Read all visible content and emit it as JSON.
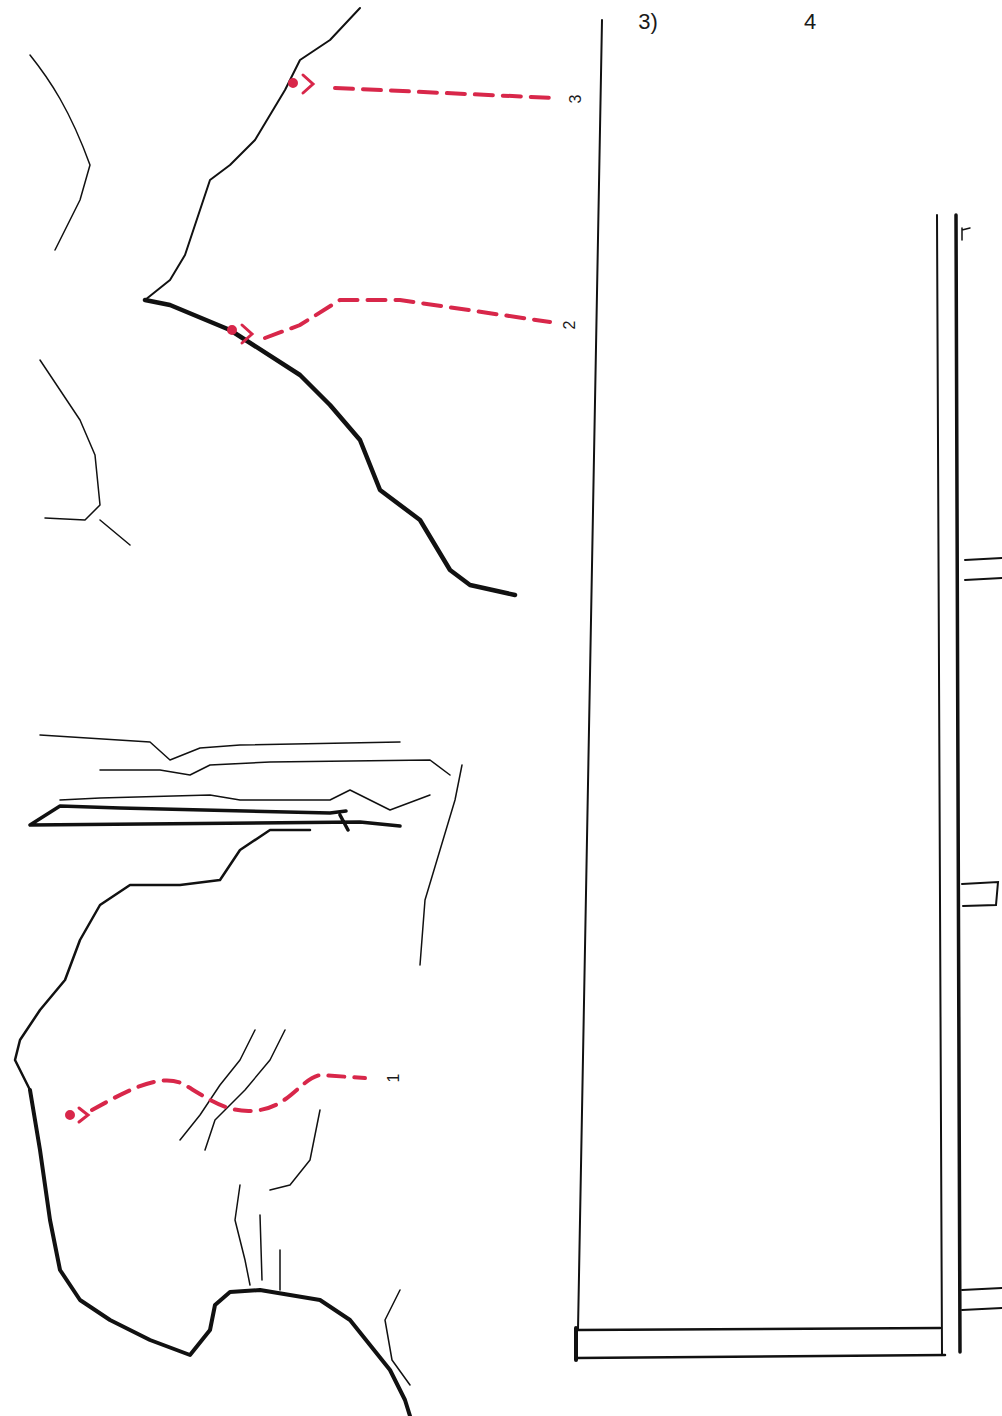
{
  "diagram": {
    "labels": [
      "3)",
      "4",
      "3",
      "2",
      "1"
    ]
  }
}
